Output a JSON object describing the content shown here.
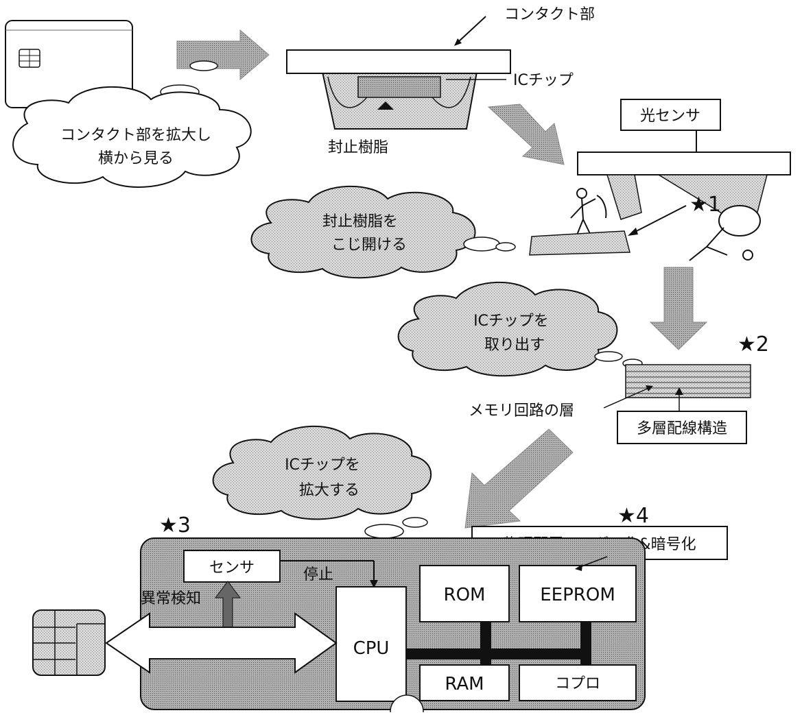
{
  "labels": {
    "contact_part": "コンタクト部",
    "ic_chip": "ICチップ",
    "sealing_resin": "封止樹脂",
    "light_sensor": "光センサ",
    "memory_layer": "メモリ回路の層",
    "multilayer_wiring": "多層配線構造",
    "randomize_encrypt": "物理配置ランダム化&暗号化",
    "sensor": "センサ",
    "stop": "停止",
    "anomaly_detect": "異常検知",
    "rom": "ROM",
    "eeprom": "EEPROM",
    "cpu": "CPU",
    "ram": "RAM",
    "coprocessor": "コプロ"
  },
  "clouds": {
    "zoom_line1": "コンタクト部を拡大し",
    "zoom_line2": "横から見る",
    "pry_line1": "封止樹脂を",
    "pry_line2": "こじ開ける",
    "extract_line1": "ICチップを",
    "extract_line2": "取り出す",
    "magnify_line1": "ICチップを",
    "magnify_line2": "拡大する"
  },
  "stars": {
    "s1": "★1",
    "s2": "★2",
    "s3": "★3",
    "s4": "★4"
  },
  "colors": {
    "shade": "#c8c8c8",
    "shade_dark": "#9a9a9a",
    "ink": "#111111"
  }
}
